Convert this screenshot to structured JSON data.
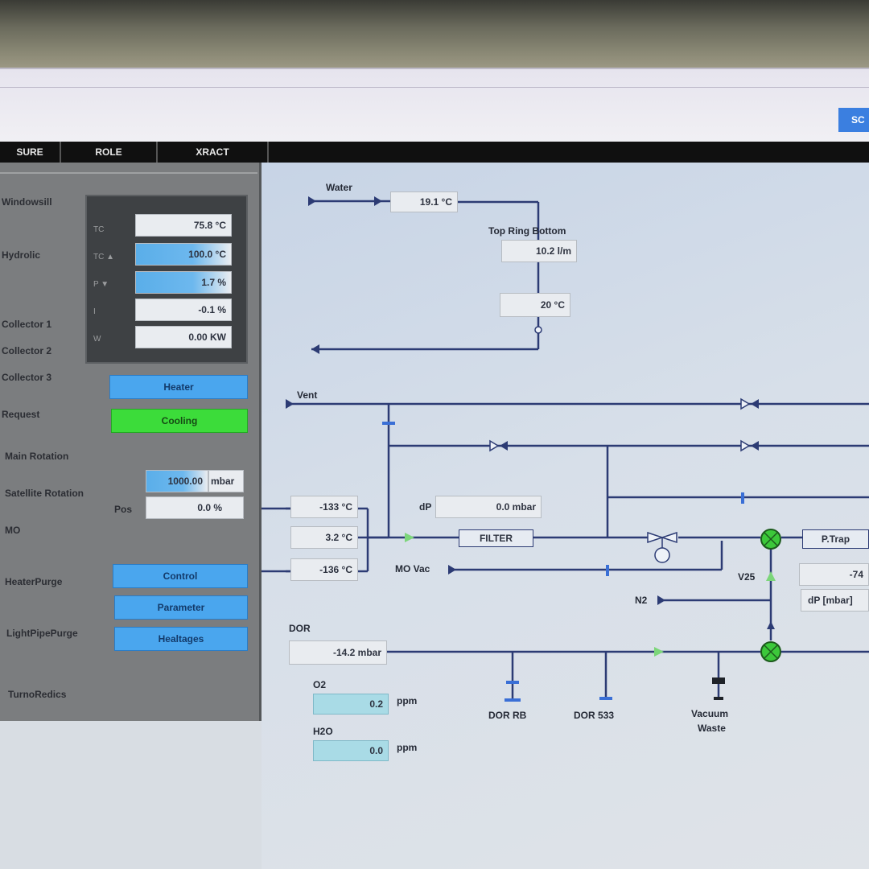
{
  "window": {
    "corner_button": "SC"
  },
  "menu": {
    "items": [
      "SURE",
      "ROLE",
      "XRACT"
    ]
  },
  "left_panel": {
    "labels": {
      "row1": "Windowsill",
      "row2": "Hydrolic",
      "row3": "Collector 1",
      "row4": "Collector 2",
      "row5": "Collector 3",
      "row6": "Request",
      "row7": "Main Rotation",
      "row8": "Satellite Rotation",
      "row9": "MO",
      "row10": "HeaterPurge",
      "row11": "LightPipePurge",
      "row12": "TurnoRedics",
      "pos": "Pos"
    },
    "readings": [
      "75.8 °C",
      "100.0 °C",
      "1.7 %",
      "-0.1 %",
      "0.00 KW"
    ],
    "heater_button": "Heater",
    "cooling_button": "Cooling",
    "pressure_value": "1000.00",
    "pressure_unit": "mbar",
    "pos_value": "0.0 %",
    "control_button": "Control",
    "parameter_button": "Parameter",
    "healtages_button": "Healtages"
  },
  "diagram": {
    "water_label": "Water",
    "water_temp": "19.1 °C",
    "top_ring_label": "Top Ring Bottom",
    "flow_value": "10.2 l/m",
    "ring_temp": "20 °C",
    "vent_label": "Vent",
    "temp1": "-133 °C",
    "temp2": "3.2 °C",
    "temp3": "-136 °C",
    "dp_label": "dP",
    "dp_value": "0.0 mbar",
    "filter_label": "FILTER",
    "mo_vac_label": "MO Vac",
    "p_trap_label": "P.Trap",
    "v25_label": "V25",
    "n2_label": "N2",
    "right_value": "-74",
    "dp_unit_label": "dP [mbar]",
    "dor_label": "DOR",
    "dor_value": "-14.2 mbar",
    "o2_label": "O2",
    "o2_value": "0.2",
    "o2_unit": "ppm",
    "h2o_label": "H2O",
    "h2o_value": "0.0",
    "h2o_unit": "ppm",
    "dor_rb_label": "DOR RB",
    "dor_533_label": "DOR 533",
    "vacuum_label": "Vacuum",
    "waste_label": "Waste"
  }
}
